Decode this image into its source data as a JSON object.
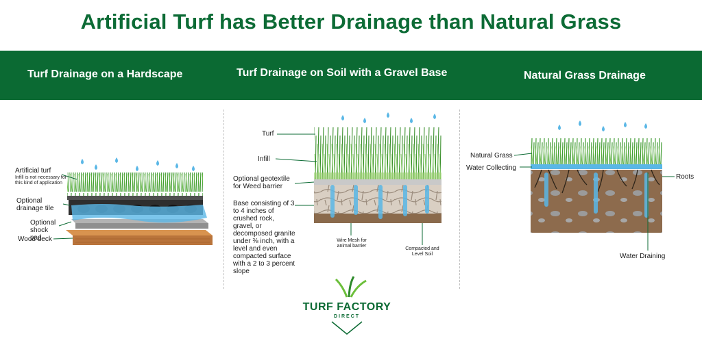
{
  "title": "Artificial Turf has Better Drainage than Natural Grass",
  "panels": {
    "hardscape": {
      "title": "Turf Drainage on a Hardscape",
      "labels": {
        "turf": "Artificial turf",
        "turf_note": "Infill is not necessary for this kind of application",
        "tile": "Optional drainage tile",
        "pad": "Optional shock pad",
        "deck": "Wood deck"
      }
    },
    "gravel": {
      "title": "Turf Drainage on Soil with a Gravel Base",
      "labels": {
        "turf": "Turf",
        "infill": "Infill",
        "geotextile": "Optional geotextile for Weed barrier",
        "base": "Base consisting of 3 to 4 inches of crushed rock, gravel, or decomposed granite under ⅜ inch, with a level and even compacted surface with a 2 to 3 percent slope",
        "mesh": "Wire Mesh for animal barrier",
        "soil": "Compacted and Level Soil"
      }
    },
    "natural": {
      "title": "Natural Grass Drainage",
      "labels": {
        "grass": "Natural Grass",
        "collecting": "Water Collecting",
        "roots": "Roots",
        "draining": "Water Draining"
      }
    }
  },
  "brand": {
    "name": "TURF FACTORY",
    "sub": "DIRECT"
  },
  "colors": {
    "title_green": "#0c6b35",
    "banner_green": "#0b6a33",
    "water_blue": "#5ab7e6",
    "grass_green": "#3d9a2e",
    "deck_brown": "#b9743b",
    "soil_brown": "#8a6a4c"
  }
}
